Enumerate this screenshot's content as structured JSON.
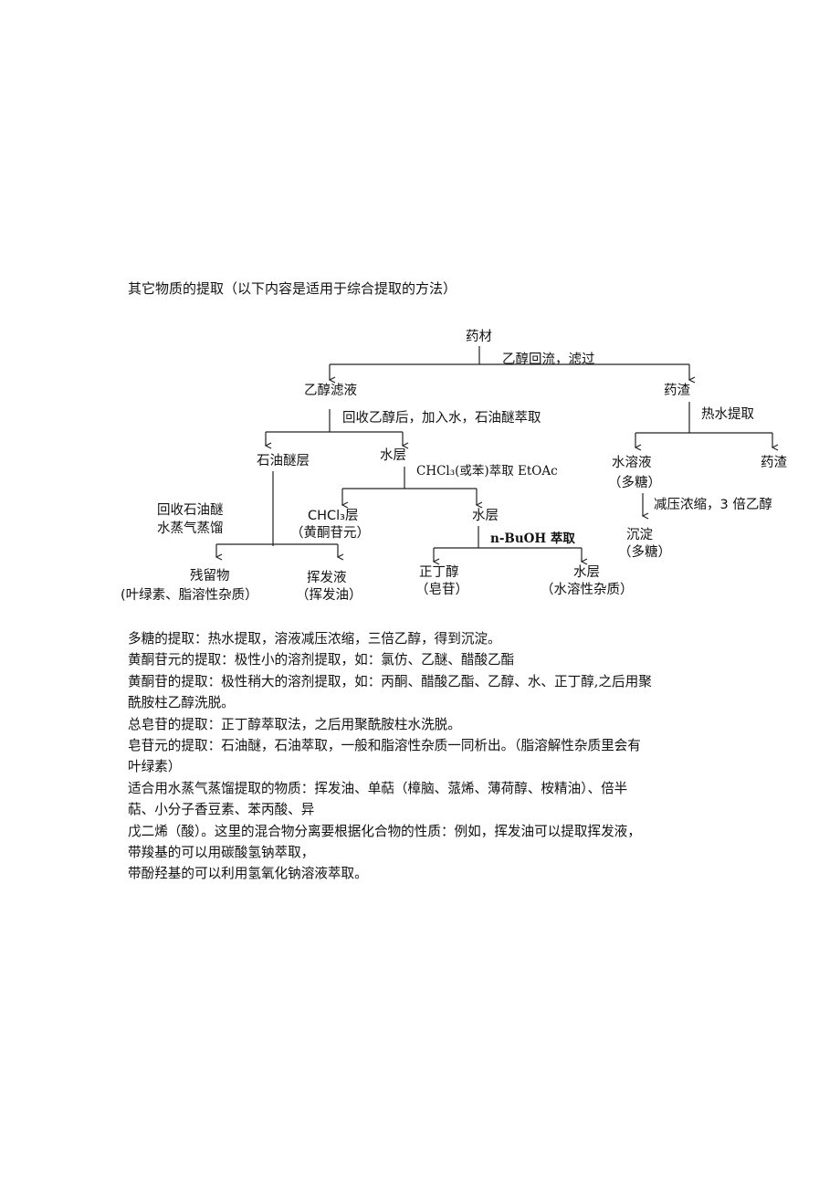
{
  "heading": "其它物质的提取（以下内容是适用于综合提取的方法）",
  "diagram": {
    "root": "药材",
    "step_ethanol": "乙醇回流，滤过",
    "ethanol_filtrate": "乙醇滤液",
    "residue_top": "药渣",
    "step_hot_water": "热水提取",
    "step_recover_ethanol": "回收乙醇后，加入水，石油醚萃取",
    "petroleum_layer": "石油醚层",
    "water_layer": "水层",
    "step_chcl3": "CHCl₃(或苯)萃取 EtOAc",
    "aqueous_solution": "水溶液",
    "aqueous_solution_note": "（多糖）",
    "residue_right": "药渣",
    "step_concentrate": "减压浓缩，3 倍乙醇",
    "recover_petroleum_line1": "回收石油醚",
    "recover_petroleum_line2": "水蒸气蒸馏",
    "chcl3_layer": "CHCl₃层",
    "chcl3_layer_note": "（黄酮苷元）",
    "water_layer_2": "水层",
    "step_buoh": "n-BuOH 萃取",
    "precipitate": "沉淀",
    "precipitate_note": "（多糖）",
    "residue_product": "残留物",
    "residue_product_note": "(叶绿素、脂溶性杂质）",
    "volatile_liquid": "挥发液",
    "volatile_liquid_note": "（挥发油）",
    "n_butanol": "正丁醇",
    "n_butanol_note": "（皂苷）",
    "water_layer_3": "水层",
    "water_layer_3_note": "（水溶性杂质）"
  },
  "body_lines": [
    "多糖的提取：热水提取，溶液减压浓缩，三倍乙醇，得到沉淀。",
    "黄酮苷元的提取：极性小的溶剂提取，如：氯仿、乙醚、醋酸乙酯",
    "黄酮苷的提取：极性稍大的溶剂提取，如：丙酮、醋酸乙酯、乙醇、水、正丁醇,之后用聚",
    "酰胺柱乙醇洗脱。",
    "总皂苷的提取：正丁醇萃取法，之后用聚酰胺柱水洗脱。",
    "皂苷元的提取：石油醚，石油萃取，一般和脂溶性杂质一同析出。（脂溶解性杂质里会有",
    "叶绿素）",
    "适合用水蒸气蒸馏提取的物质：挥发油、单萜（樟脑、蒎烯、薄荷醇、桉精油）、倍半",
    "萜、小分子香豆素、苯丙酸、异",
    "戊二烯（酸）。这里的混合物分离要根据化合物的性质：例如，挥发油可以提取挥发液，",
    "带羧基的可以用碳酸氢钠萃取，",
    "带酚羟基的可以利用氢氧化钠溶液萃取。"
  ]
}
